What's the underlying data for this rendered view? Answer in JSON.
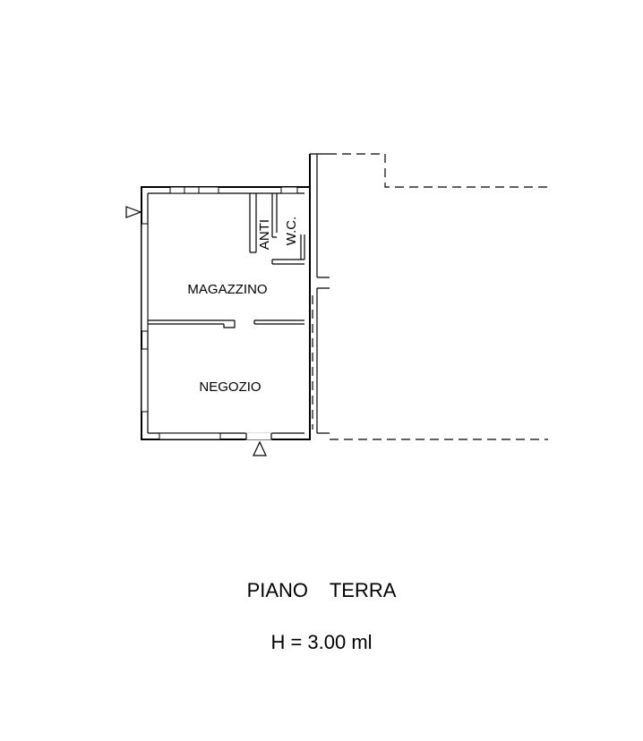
{
  "plan": {
    "rooms": {
      "magazzino": "MAGAZZINO",
      "negozio": "NEGOZIO",
      "anti": "ANTI",
      "wc": "W.C."
    }
  },
  "caption": {
    "title": "PIANO  TERRA",
    "height": "H = 3.00 ml"
  }
}
